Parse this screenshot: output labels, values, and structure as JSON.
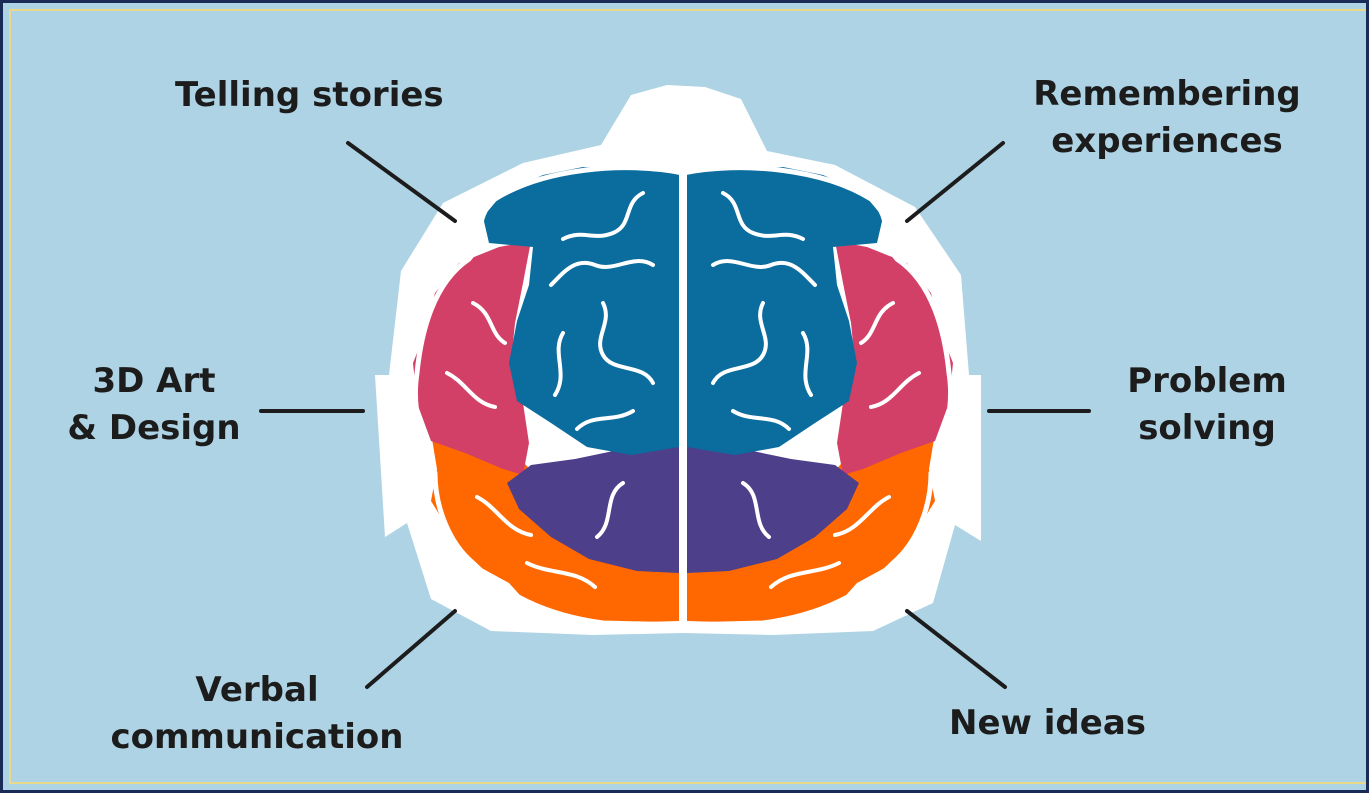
{
  "labels": {
    "telling_stories": [
      "Telling stories"
    ],
    "remembering_experiences": [
      "Remembering",
      "experiences"
    ],
    "art_design": [
      "3D Art",
      "& Design"
    ],
    "problem_solving": [
      "Problem",
      "solving"
    ],
    "verbal_communication": [
      "Verbal",
      "communication"
    ],
    "new_ideas": [
      "New ideas"
    ]
  },
  "colors": {
    "background": "#aed3e4",
    "frame_border": "#1a2b57",
    "head": "#ffffff",
    "top_lobe": "#0b6c9e",
    "side_lobe": "#d34067",
    "mid_lobe": "#4d3f8a",
    "bottom_lobe": "#ff6800",
    "leader_line": "#1c1c1c",
    "text": "#1c1c1c"
  }
}
